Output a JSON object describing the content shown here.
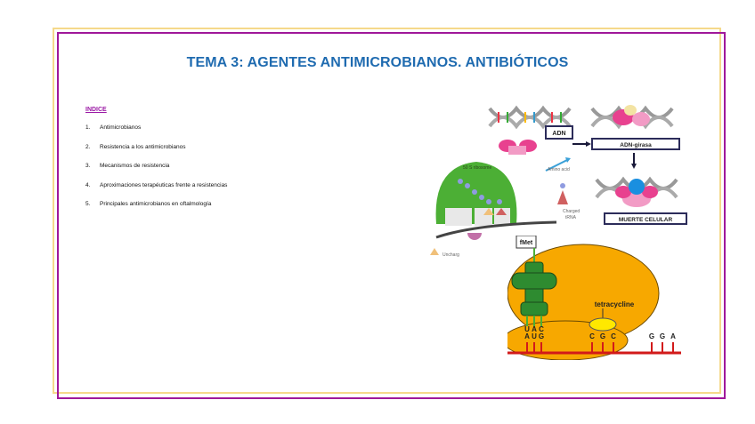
{
  "document": {
    "title": "TEMA 3: AGENTES ANTIMICROBIANOS. ANTIBIÓTICOS",
    "index_heading": "INDICE",
    "index_items": [
      {
        "number": "1.",
        "label": "Antimicrobianos"
      },
      {
        "number": "2.",
        "label": "Resistencia a los antimicrobianos"
      },
      {
        "number": "3.",
        "label": "Mecanismos de resistencia"
      },
      {
        "number": "4.",
        "label": "Aproximaciones terapéuticas frente a resistencias"
      },
      {
        "number": "5.",
        "label": "Principales antimicrobianos en oftalmología"
      }
    ]
  },
  "figure_gyrase": {
    "labels": {
      "adn": "ADN",
      "adn_girasa": "ADN-girasa",
      "muerte_celular": "MUERTE CELULAR"
    }
  },
  "figure_ribosome": {
    "labels": {
      "ribosome": "50 S ribosome",
      "amino_acid": "Amino acid",
      "charged": "Charged",
      "trna": "tRNA",
      "uncharged": "Uncharg"
    }
  },
  "figure_tetracycline": {
    "labels": {
      "fmet": "fMet",
      "drug": "tetracycline"
    },
    "anticodon": [
      "U",
      "A",
      "C"
    ],
    "codon": [
      "A",
      "U",
      "G"
    ],
    "codon2": [
      "C",
      "G",
      "C"
    ],
    "codon3": [
      "G",
      "G",
      "A"
    ]
  },
  "colors": {
    "title": "#1f6bb0",
    "index": "#9b1aa5",
    "frame_outer": "#f5d98a",
    "frame_inner": "#a0189a"
  }
}
